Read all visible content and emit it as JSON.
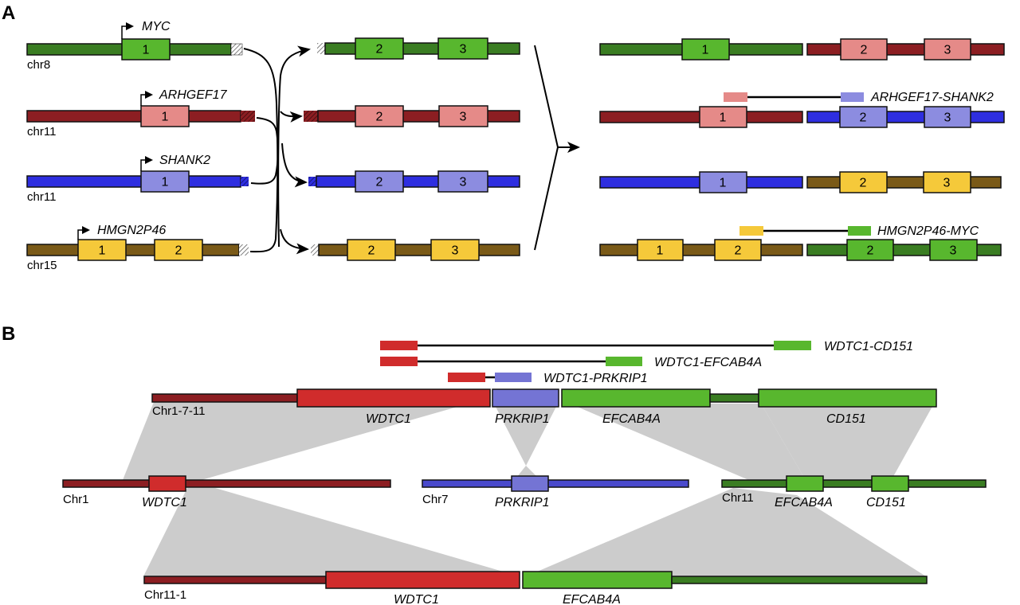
{
  "panels": {
    "a_label": "A",
    "b_label": "B"
  },
  "colors": {
    "myc_dark": "#3a7d22",
    "myc_light": "#58b72e",
    "arh_dark": "#8c1e22",
    "arh_light": "#e58a88",
    "shank_dark": "#2e2ee0",
    "shank_light": "#8c8ce0",
    "hmg_dark": "#7a5a18",
    "hmg_light": "#f5c93a",
    "wdtc_dark": "#8c1e22",
    "wdtc_light": "#d02c2c",
    "prk_dark": "#4a4acc",
    "prk_light": "#7474d4",
    "chr11_dark": "#3a7d22",
    "chr11_light": "#58b72e",
    "gray_link": "#cccccc"
  },
  "panel_a": {
    "original": [
      {
        "chr": "chr8",
        "gene": "MYC",
        "exons": [
          "1"
        ]
      },
      {
        "chr": "chr11",
        "gene": "ARHGEF17",
        "exons": [
          "1"
        ]
      },
      {
        "chr": "chr11",
        "gene": "SHANK2",
        "exons": [
          "1"
        ]
      },
      {
        "chr": "chr15",
        "gene": "HMGN2P46",
        "exons": [
          "1",
          "2"
        ]
      }
    ],
    "partners": [
      {
        "exons": [
          "2",
          "3"
        ]
      },
      {
        "exons": [
          "2",
          "3"
        ]
      },
      {
        "exons": [
          "2",
          "3"
        ]
      },
      {
        "exons": [
          "2",
          "3"
        ]
      }
    ],
    "result": [
      {
        "left_exons": [
          "1"
        ],
        "right_exons": [
          "2",
          "3"
        ],
        "fusion": ""
      },
      {
        "left_exons": [
          "1"
        ],
        "right_exons": [
          "2",
          "3"
        ],
        "fusion": "ARHGEF17-SHANK2"
      },
      {
        "left_exons": [
          "1"
        ],
        "right_exons": [
          "2",
          "3"
        ],
        "fusion": ""
      },
      {
        "left_exons": [
          "1",
          "2"
        ],
        "right_exons": [
          "2",
          "3"
        ],
        "fusion": "HMGN2P46-MYC"
      }
    ]
  },
  "panel_b": {
    "fusions": [
      "WDTC1-CD151",
      "WDTC1-EFCAB4A",
      "WDTC1-PRKRIP1"
    ],
    "derived_chr": {
      "label": "Chr1-7-11",
      "genes": [
        "WDTC1",
        "PRKRIP1",
        "EFCAB4A",
        "CD151"
      ]
    },
    "source_chrs": [
      {
        "label": "Chr1",
        "genes": [
          "WDTC1"
        ]
      },
      {
        "label": "Chr7",
        "genes": [
          "PRKRIP1"
        ]
      },
      {
        "label": "Chr11",
        "genes": [
          "EFCAB4A",
          "CD151"
        ]
      }
    ],
    "bottom_chr": {
      "label": "Chr11-1",
      "genes": [
        "WDTC1",
        "EFCAB4A"
      ]
    }
  }
}
